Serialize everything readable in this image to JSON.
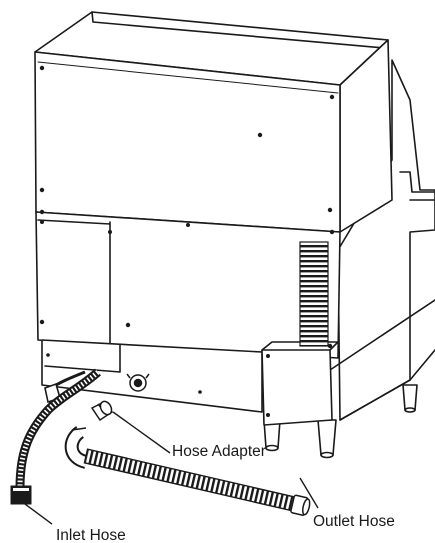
{
  "callouts": {
    "hose_adapter": "Hose Adapter",
    "inlet_hose": "Inlet Hose",
    "outlet_hose": "Outlet Hose"
  },
  "colors": {
    "line": "#1a1a1a",
    "fill": "#ffffff",
    "vent": "#2a2a2a"
  }
}
